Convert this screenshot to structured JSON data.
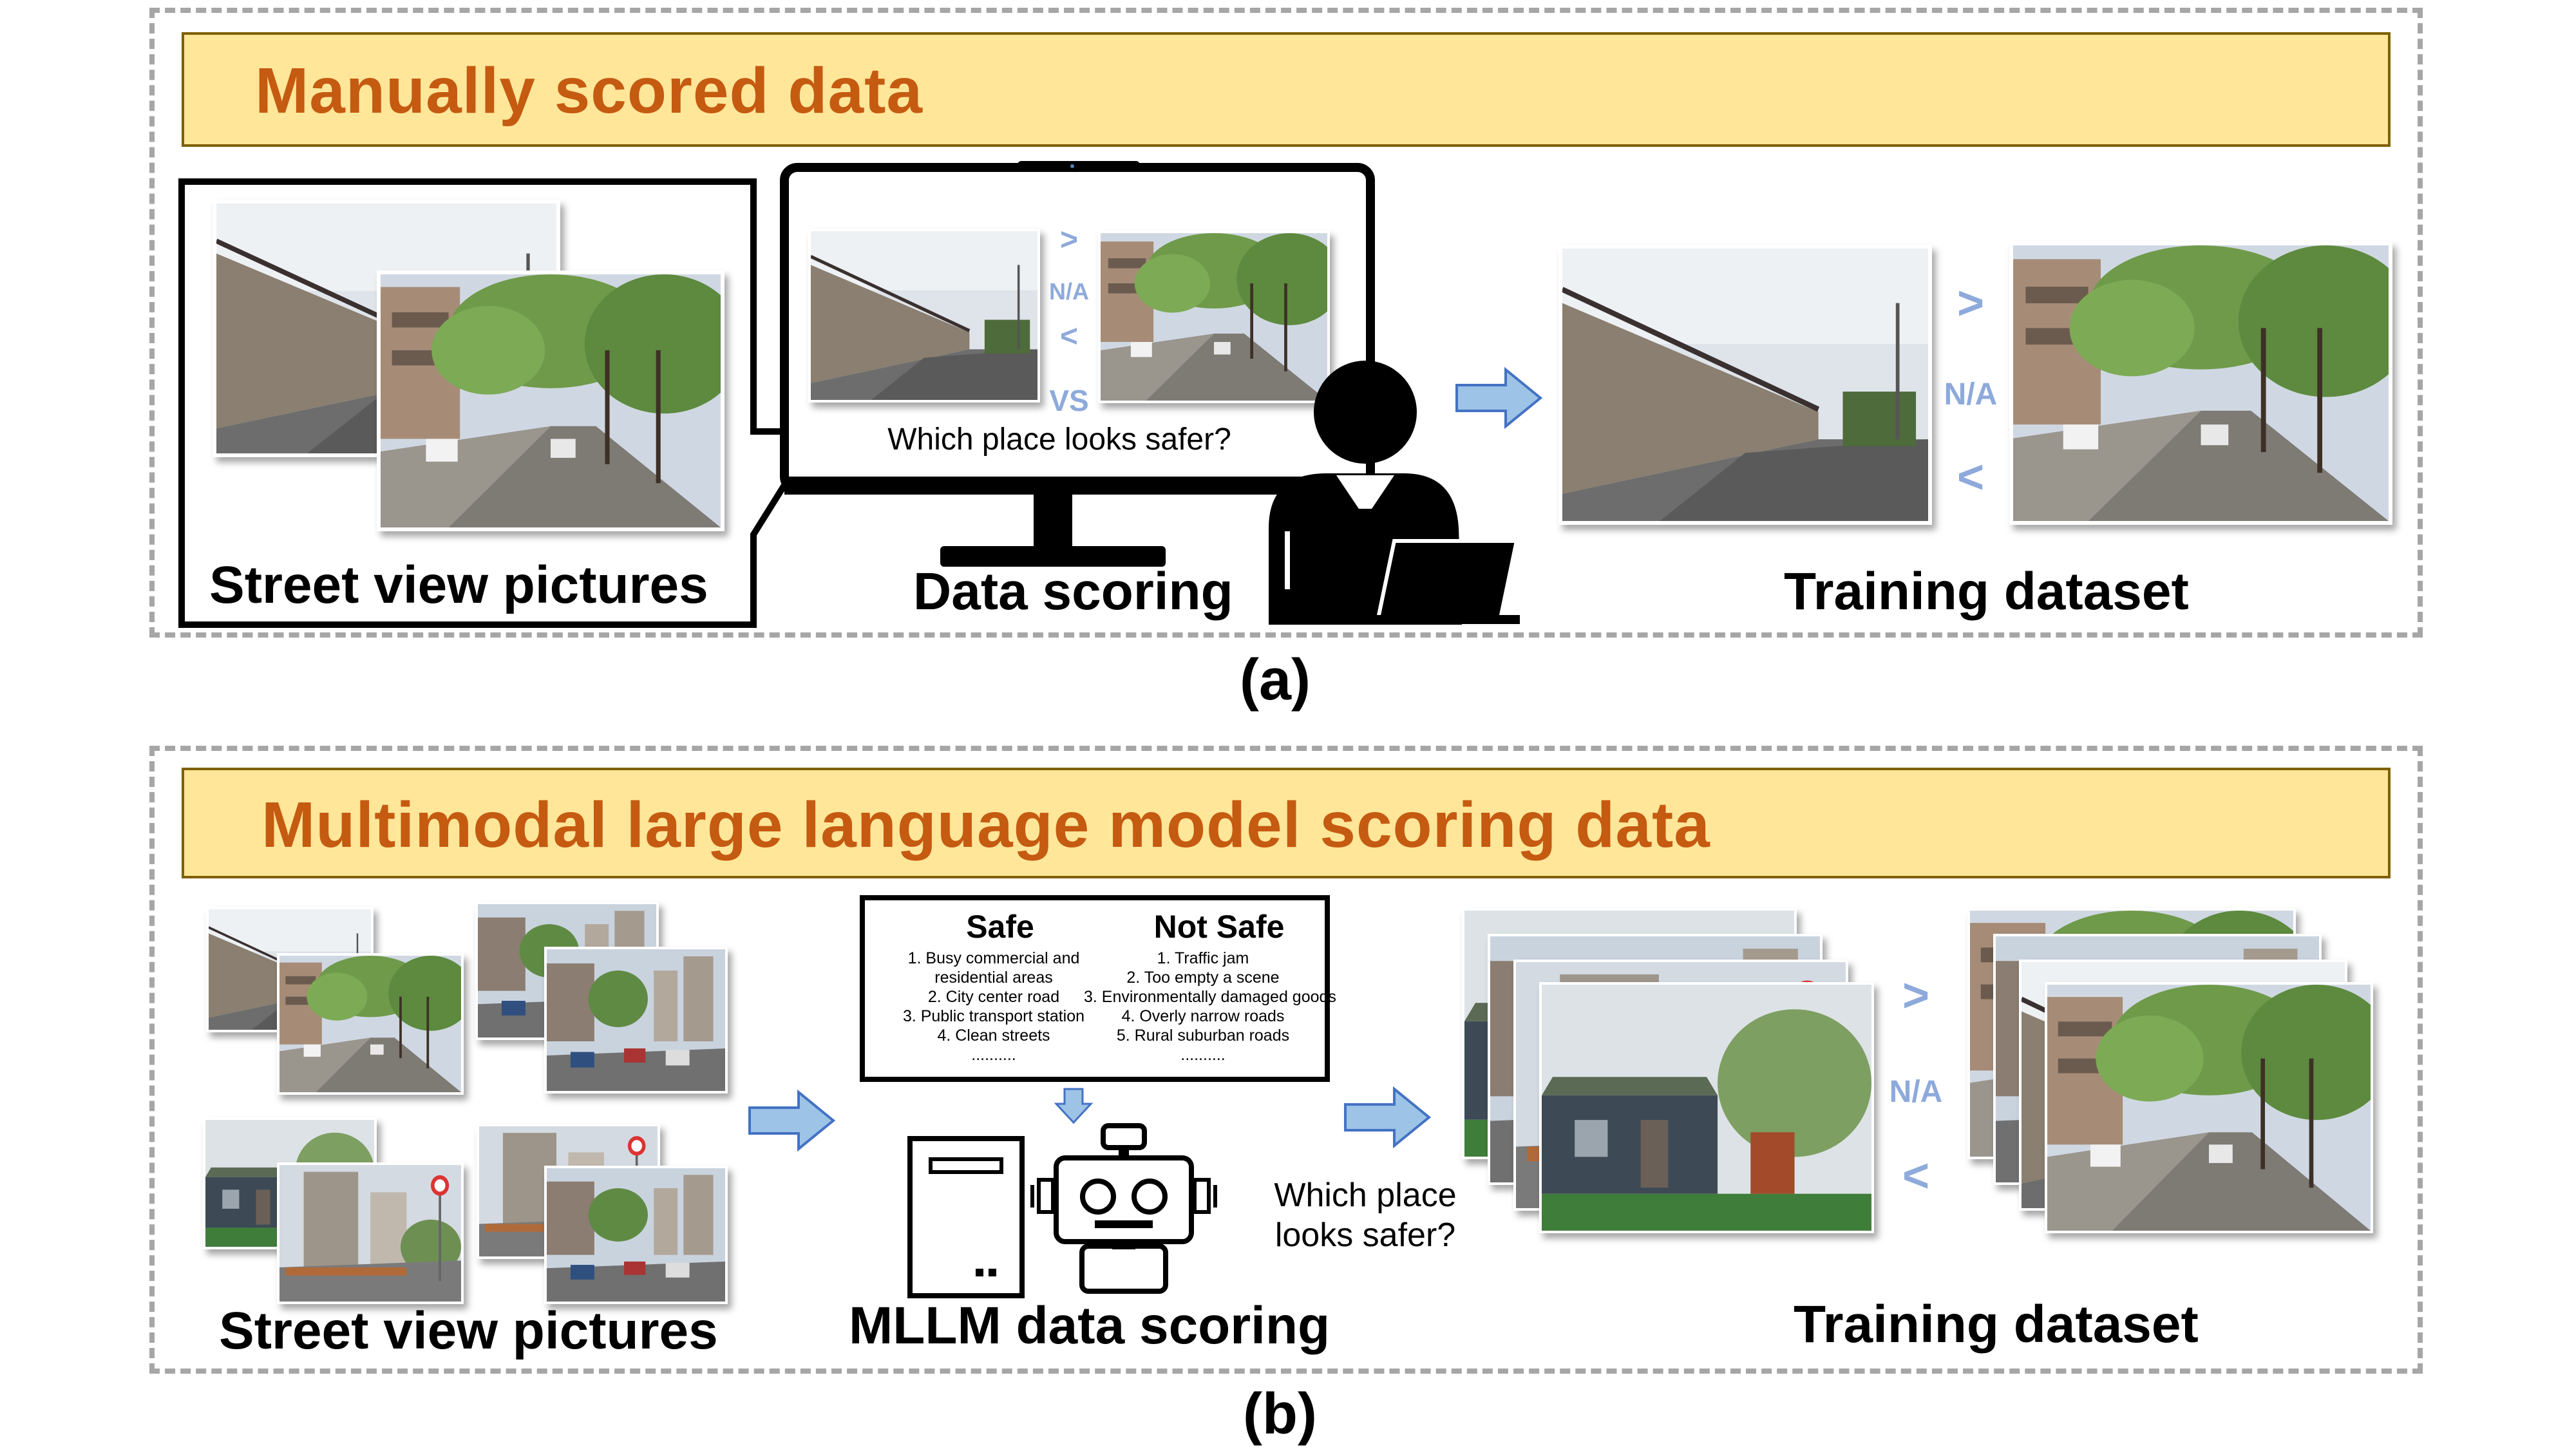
{
  "panel_a": {
    "banner_title": "Manually scored data",
    "street_label": "Street view pictures",
    "scoring_label": "Data scoring",
    "training_label": "Training dataset",
    "question": "Which place looks safer?",
    "screen_symbols": {
      "gt": ">",
      "na": "N/A",
      "lt": "<",
      "vs": "VS"
    },
    "dataset_symbols": {
      "gt": ">",
      "na": "N/A",
      "lt": "<"
    },
    "caption": "(a)"
  },
  "panel_b": {
    "banner_title": "Multimodal large language model scoring data",
    "street_label": "Street view pictures",
    "scoring_label": "MLLM data scoring",
    "training_label": "Training dataset",
    "question_line1": "Which place",
    "question_line2": "looks safer?",
    "dataset_symbols": {
      "gt": ">",
      "na": "N/A",
      "lt": "<"
    },
    "criteria": {
      "safe_title": "Safe",
      "not_safe_title": "Not Safe",
      "safe_items": [
        "1. Busy commercial and",
        "residential areas",
        "2. City center road",
        "3. Public transport station",
        "4. Clean streets",
        ".........."
      ],
      "not_safe_items": [
        "1. Traffic jam",
        "2. Too empty a scene",
        "3. Environmentally damaged goods",
        "4. Overly narrow roads",
        "5. Rural suburban roads",
        ".........."
      ]
    },
    "caption": "(b)"
  },
  "colors": {
    "banner_fill": "#ffe699",
    "banner_title": "#c55a11",
    "symbol": "#8eaadb",
    "arrow": "#9dc3e6",
    "panel_border": "#a6a6a6"
  }
}
